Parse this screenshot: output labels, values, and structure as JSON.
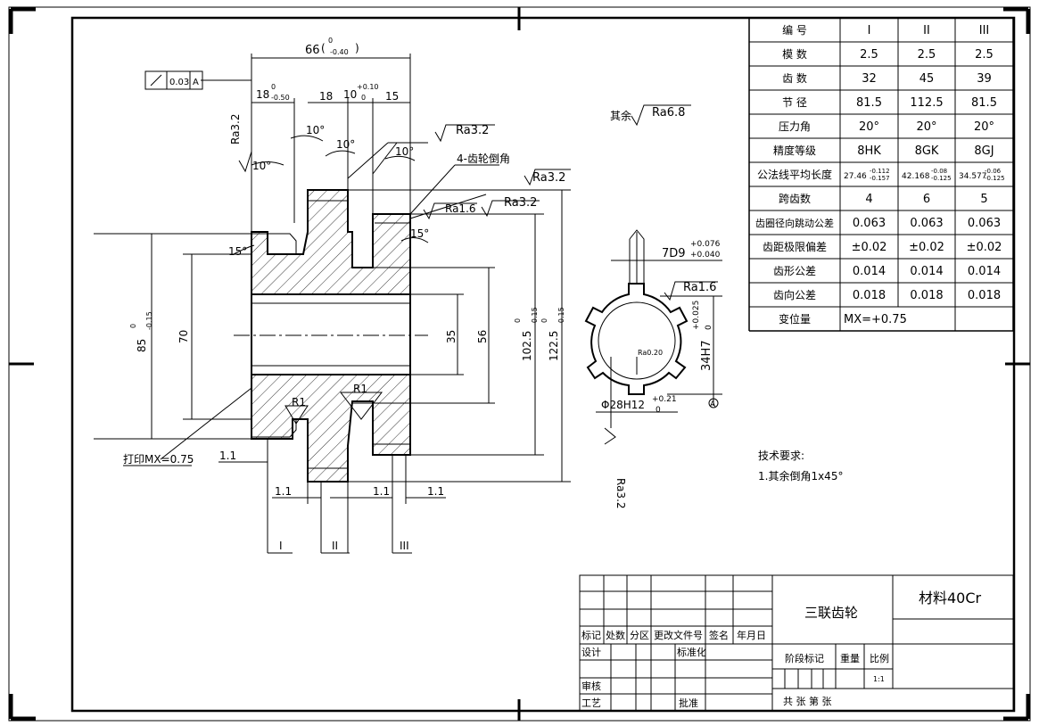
{
  "dimensions": {
    "overall_width": "66",
    "overall_width_tol_upper": "0",
    "overall_width_tol_lower": "-0.40",
    "hub_left": "18",
    "hub_left_tol_upper": "0",
    "hub_left_tol_lower": "-0.50",
    "gap1": "18",
    "gear2_width": "10",
    "gear2_tol_upper": "+0.10",
    "gear2_tol_lower": "0",
    "gear3_width": "15",
    "dia_85": "85",
    "dia_85_tol_upper": "0",
    "dia_85_tol_lower": "-0.15",
    "dia_70": "70",
    "dia_35": "35",
    "dia_56": "56",
    "dia_102": "102.5",
    "dia_102_tol_upper": "0",
    "dia_102_tol_lower": "-0.15",
    "dia_122": "122.5",
    "dia_122_tol_upper": "0",
    "dia_122_tol_lower": "-0.15",
    "r1_a": "R1",
    "r1_b": "R1",
    "dim_1_1_a": "1.1",
    "dim_1_1_b": "1.1",
    "dim_1_1_c": "1.1",
    "dim_1_1_d": "1.1",
    "angle_10_a": "10°",
    "angle_10_b": "10°",
    "angle_10_c": "10°",
    "angle_10_d": "10°",
    "angle_15_a": "15°",
    "angle_15_b": "15°"
  },
  "annotations": {
    "runout_value": "0.03",
    "runout_datum": "A",
    "ra32_a": "Ra3.2",
    "ra32_b": "Ra3.2",
    "ra32_c": "Ra3.2",
    "ra32_d": "Ra3.2",
    "ra16_a": "Ra1.6",
    "chamfer_note": "4-齿轮倒角",
    "mark_note": "打印MX=0.75",
    "rest_label": "其余",
    "rest_ra": "Ra6.8",
    "gear_label_1": "I",
    "gear_label_2": "II",
    "gear_label_3": "III"
  },
  "spline": {
    "keyway": "7D9",
    "keyway_tol_upper": "+0.076",
    "keyway_tol_lower": "+0.040",
    "ra": "Ra1.6",
    "inner_radius": "Ra0.20",
    "bore": "34H7",
    "bore_tol_upper": "+0.025",
    "bore_tol_lower": "0",
    "outer": "Φ28H12",
    "outer_tol_upper": "+0.21",
    "outer_tol_lower": "0",
    "ra_bottom": "Ra3.2",
    "datum": "A"
  },
  "params": {
    "headers": [
      "编    号",
      "I",
      "II",
      "III"
    ],
    "rows": [
      [
        "模    数",
        "2.5",
        "2.5",
        "2.5"
      ],
      [
        "齿    数",
        "32",
        "45",
        "39"
      ],
      [
        "节    径",
        "81.5",
        "112.5",
        "81.5"
      ],
      [
        "压力角",
        "20°",
        "20°",
        "20°"
      ],
      [
        "精度等级",
        "8HK",
        "8GK",
        "8GJ"
      ],
      [
        "公法线平均长度",
        "27.46-0.112/-0.157",
        "42.168-0.08/-0.125",
        "34.577-0.06/-0.125"
      ],
      [
        "跨齿数",
        "4",
        "6",
        "5"
      ],
      [
        "齿圈径向跳动公差",
        "0.063",
        "0.063",
        "0.063"
      ],
      [
        "齿距极限偏差",
        "±0.02",
        "±0.02",
        "±0.02"
      ],
      [
        "齿形公差",
        "0.014",
        "0.014",
        "0.014"
      ],
      [
        "齿向公差",
        "0.018",
        "0.018",
        "0.018"
      ]
    ],
    "last_row_label": "变位量",
    "last_row_value": "MX=+0.75",
    "wl1_main": "27.46",
    "wl1_up": "-0.112",
    "wl1_lo": "-0.157",
    "wl2_main": "42.168",
    "wl2_up": "-0.08",
    "wl2_lo": "-0.125",
    "wl3_main": "34.577",
    "wl3_up": "-0.06",
    "wl3_lo": "-0.125"
  },
  "tech_req": {
    "title": "技术要求:",
    "item1": "1.其余倒角1x45°"
  },
  "title_block": {
    "part_name": "三联齿轮",
    "material": "材料40Cr",
    "h_mark": "标记",
    "h_count": "处数",
    "h_zone": "分区",
    "h_doc": "更改文件号",
    "h_sign": "签名",
    "h_date": "年月日",
    "design": "设计",
    "standard": "标准化",
    "stage": "阶段标记",
    "weight": "重量",
    "scale": "比例",
    "scale_value": "1:1",
    "review": "审核",
    "process": "工艺",
    "approve": "批准",
    "sheets": "共    张  第    张"
  }
}
